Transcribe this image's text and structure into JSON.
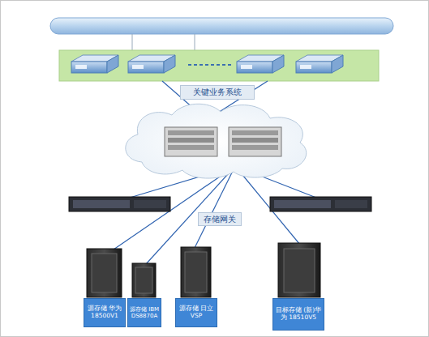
{
  "diagram": {
    "nodes": [
      {
        "text": [
          "关键业务系统"
        ]
      },
      {
        "text": [
          "存储网关"
        ]
      },
      {
        "text": [
          "源存储 华为 18500V1"
        ]
      },
      {
        "text": [
          "源存储 IBM DS8870A"
        ]
      },
      {
        "text": [
          "源存储 日立 VSP"
        ]
      },
      {
        "text": [
          "目标存储 (新)华为 18510V5"
        ]
      }
    ]
  }
}
